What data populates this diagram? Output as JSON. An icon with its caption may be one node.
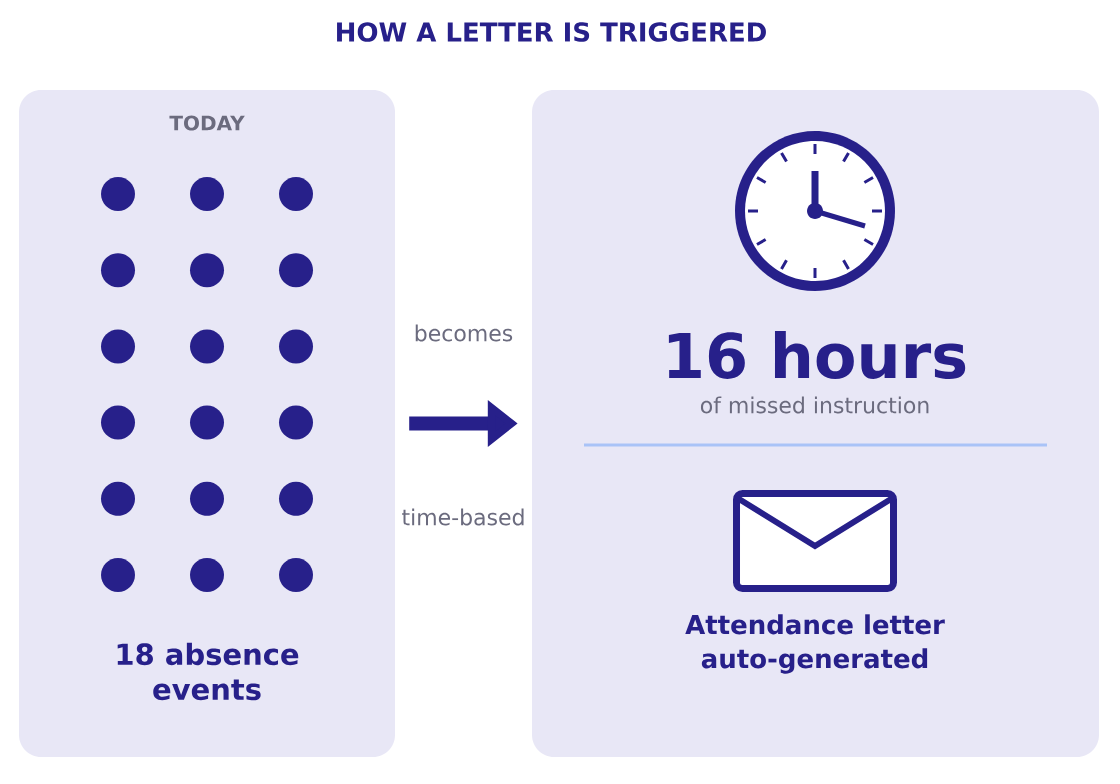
{
  "diagram": {
    "title": "HOW A LETTER IS TRIGGERED",
    "nodes": [
      {
        "text": [
          "TODAY",
          "18 absence events"
        ]
      },
      {
        "text": [
          "16 hours",
          "of missed instruction",
          "Attendance letter auto-generated"
        ]
      }
    ],
    "edges": [
      {
        "from": 0,
        "to": 1,
        "arrow": "to",
        "label": "becomes"
      }
    ],
    "labels": [
      "time-based"
    ]
  }
}
